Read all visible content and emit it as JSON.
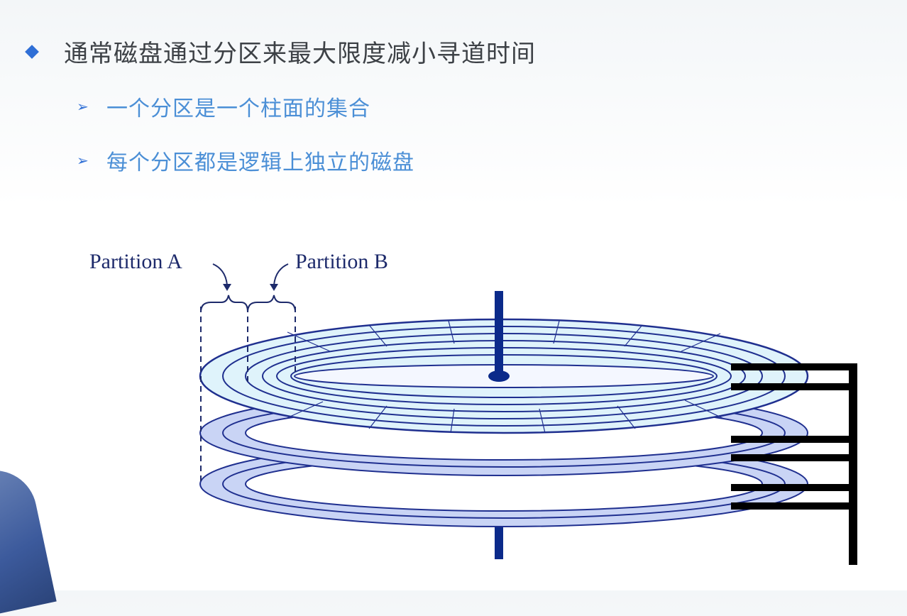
{
  "bullets": {
    "main": "通常磁盘通过分区来最大限度减小寻道时间",
    "subs": [
      "一个分区是一个柱面的集合",
      "每个分区都是逻辑上独立的磁盘"
    ]
  },
  "diagram": {
    "label_a": "Partition A",
    "label_b": "Partition B"
  },
  "colors": {
    "diamond": "#2f6fd6",
    "sub_text": "#4b8fd6",
    "platter_fill": "#c9d4f5",
    "platter_top": "#dff3fb",
    "spindle": "#0b2a8a",
    "arm": "#000000"
  }
}
